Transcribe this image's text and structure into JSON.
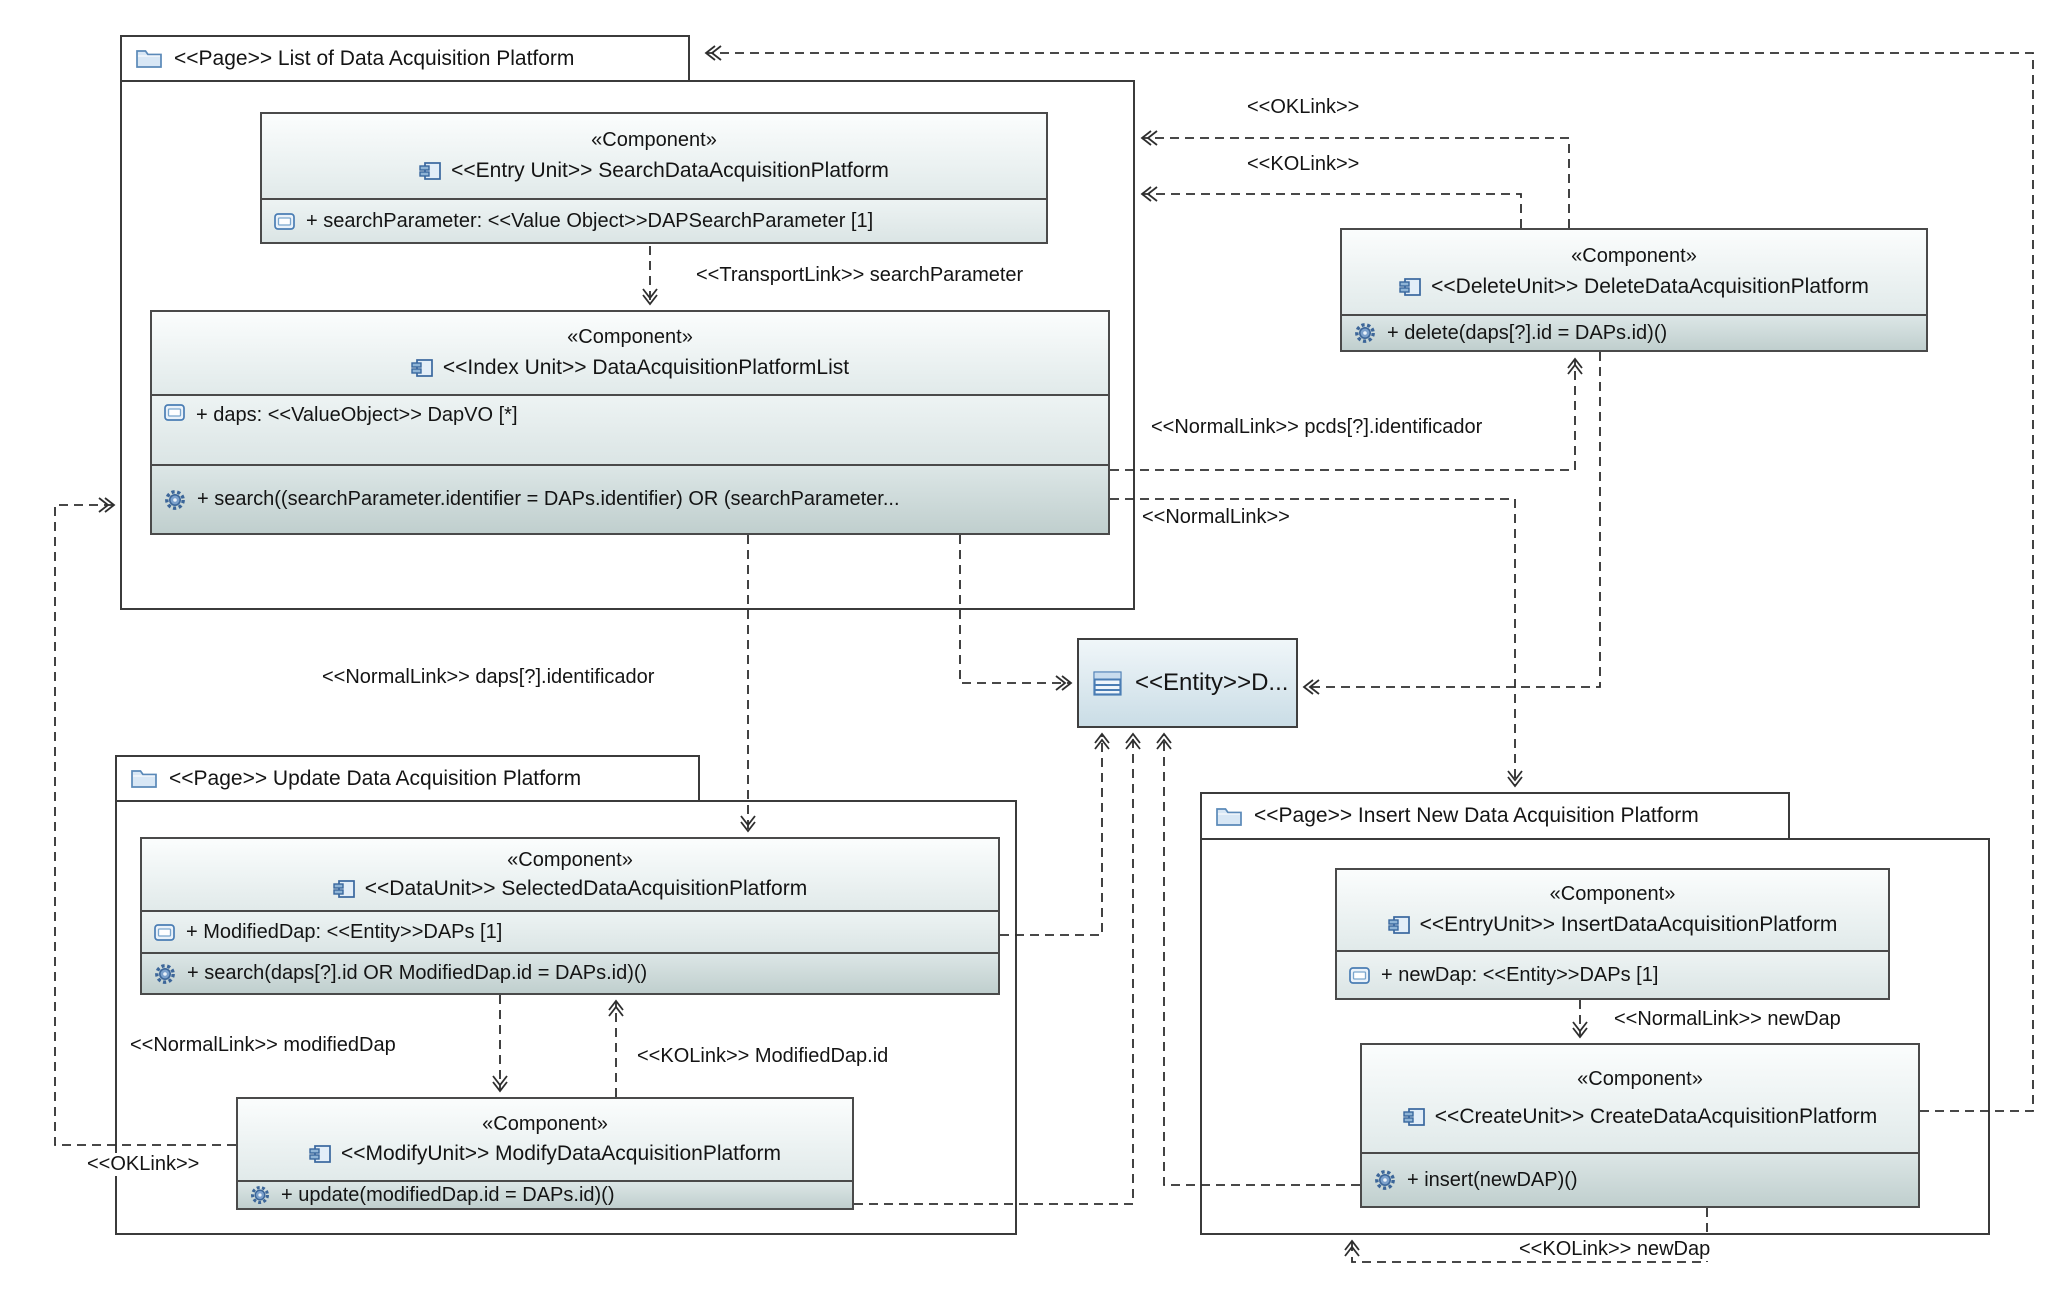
{
  "pages": {
    "list": {
      "title": "<<Page>> List of Data Acquisition Platform"
    },
    "update": {
      "title": "<<Page>> Update Data Acquisition Platform"
    },
    "insert": {
      "title": "<<Page>> Insert New Data Acquisition Platform"
    }
  },
  "components": {
    "search": {
      "stereotype": "«Component»",
      "unit": "<<Entry Unit>> SearchDataAcquisitionPlatform",
      "attribute": "+ searchParameter: <<Value Object>>DAPSearchParameter [1]"
    },
    "dap_list": {
      "stereotype": "«Component»",
      "unit": "<<Index Unit>> DataAcquisitionPlatformList",
      "attribute": "+ daps: <<ValueObject>> DapVO [*]",
      "operation": "+ search((searchParameter.identifier = DAPs.identifier) OR (searchParameter..."
    },
    "delete_unit": {
      "stereotype": "«Component»",
      "unit": "<<DeleteUnit>> DeleteDataAcquisitionPlatform",
      "operation": "+ delete(daps[?].id = DAPs.id)()"
    },
    "selected": {
      "stereotype": "«Component»",
      "unit": "<<DataUnit>> SelectedDataAcquisitionPlatform",
      "attribute": "+ ModifiedDap: <<Entity>>DAPs [1]",
      "operation": "+ search(daps[?].id OR ModifiedDap.id = DAPs.id)()"
    },
    "modify": {
      "stereotype": "«Component»",
      "unit": "<<ModifyUnit>> ModifyDataAcquisitionPlatform",
      "operation": "+ update(modifiedDap.id = DAPs.id)()"
    },
    "insert_unit": {
      "stereotype": "«Component»",
      "unit": "<<EntryUnit>> InsertDataAcquisitionPlatform",
      "attribute": "+ newDap: <<Entity>>DAPs [1]"
    },
    "create": {
      "stereotype": "«Component»",
      "unit": "<<CreateUnit>> CreateDataAcquisitionPlatform",
      "operation": "+ insert(newDAP)()"
    }
  },
  "entity": {
    "label": "<<Entity>>D..."
  },
  "links": {
    "transport": "<<TransportLink>> searchParameter",
    "ok_top": "<<OKLink>>",
    "ko_top": "<<KOLink>>",
    "normal_pcds": "<<NormalLink>> pcds[?].identificador",
    "normal_plain": "<<NormalLink>>",
    "normal_daps": "<<NormalLink>> daps[?].identificador",
    "normal_modifieddap": "<<NormalLink>> modifiedDap",
    "ko_modifieddap": "<<KOLink>> ModifiedDap.id",
    "ok_left": "<<OKLink>>",
    "normal_newdap": "<<NormalLink>> newDap",
    "ko_newdap": "<<KOLink>> newDap"
  },
  "colors": {
    "icon_blue": "#39679e",
    "compartment_teal": "#c0cfce",
    "line": "#2e2e2e"
  }
}
